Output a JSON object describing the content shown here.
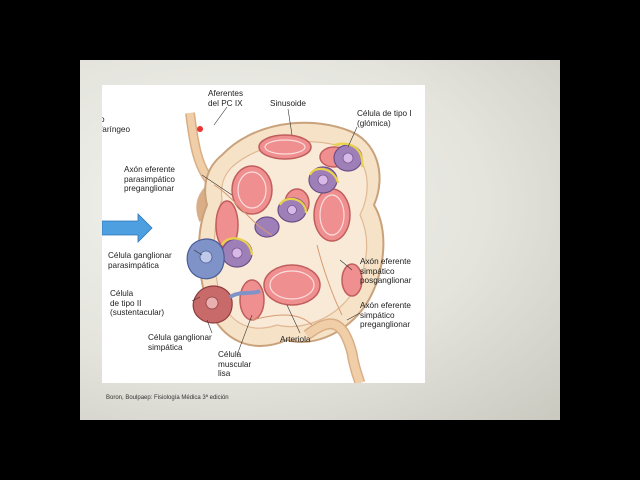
{
  "labels": {
    "glossopharyngeal": "o\nfaríngeo",
    "afferents": "Aferentes\ndel PC IX",
    "sinusoid": "Sinusoide",
    "type1_cell": "Célula de tipo I\n(glómica)",
    "parasym_efferent": "Axón eferente\nparasimpático\npreganglionar",
    "parasym_ganglion": "Célula ganglionar\nparasimpática",
    "type2_cell": "Célula\nde tipo II\n(sustentacular)",
    "sym_ganglion": "Célula ganglionar\nsimpática",
    "smooth_muscle": "Célula\nmuscular\nlisa",
    "arteriole": "Arteriola",
    "sym_post": "Axón eferente\nsimpático\nposganglionar",
    "sym_pre": "Axón eferente\nsimpático\npreganglionar"
  },
  "caption": "Boron, Boulpaep: Fisiología Médica 3ª edición",
  "colors": {
    "capsule": "#f6e2c6",
    "capsule_outline": "#c9a27c",
    "sinusoid": "#f08f8f",
    "nerve": "#f0cfa8",
    "type1_cell": "#9f7fb8",
    "ganglion_blue": "#7f93c8",
    "ganglion_red": "#c86a6a",
    "glia": "#e8d24a",
    "arrow": "#4d9fe0"
  }
}
